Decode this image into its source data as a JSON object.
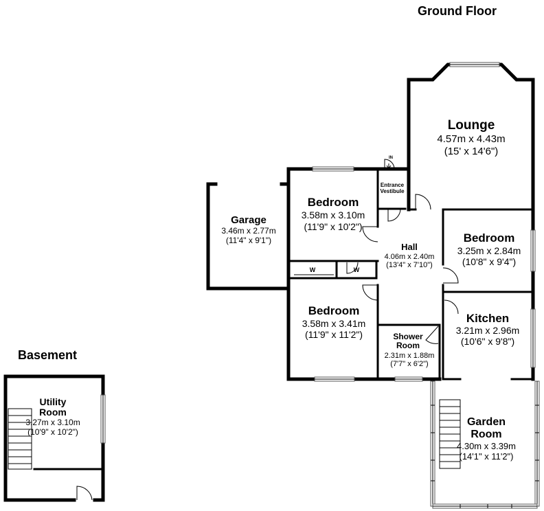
{
  "floors": {
    "ground": {
      "title": "Ground Floor"
    },
    "basement": {
      "title": "Basement"
    }
  },
  "rooms": {
    "lounge": {
      "name": "Lounge",
      "metric": "4.57m x 4.43m",
      "imperial": "(15' x 14'6\")"
    },
    "bedroom1": {
      "name": "Bedroom",
      "metric": "3.58m x 3.10m",
      "imperial": "(11'9\" x 10'2\")"
    },
    "garage": {
      "name": "Garage",
      "metric": "3.46m x 2.77m",
      "imperial": "(11'4\" x 9'1\")"
    },
    "entrance": {
      "line1": "Entrance",
      "line2": "Vestibule"
    },
    "hall": {
      "name": "Hall",
      "metric": "4.06m x 2.40m",
      "imperial": "(13'4\" x 7'10\")"
    },
    "bedroom2": {
      "name": "Bedroom",
      "metric": "3.25m x 2.84m",
      "imperial": "(10'8\" x 9'4\")"
    },
    "bedroom3": {
      "name": "Bedroom",
      "metric": "3.58m x 3.41m",
      "imperial": "(11'9\" x 11'2\")"
    },
    "kitchen": {
      "name": "Kitchen",
      "metric": "3.21m x 2.96m",
      "imperial": "(10'6\" x 9'8\")"
    },
    "shower": {
      "line1": "Shower",
      "line2": "Room",
      "metric": "2.31m x 1.88m",
      "imperial": "(7'7\" x 6'2\")"
    },
    "garden": {
      "line1": "Garden",
      "line2": "Room",
      "metric": "4.30m x 3.39m",
      "imperial": "(14'1\" x 11'2\")"
    },
    "utility": {
      "line1": "Utility",
      "line2": "Room",
      "metric": "3.27m x 3.10m",
      "imperial": "(10'9\" x 10'2\")"
    }
  },
  "markers": {
    "entry": "IN",
    "wardrobe1": "W",
    "wardrobe2": "W"
  }
}
